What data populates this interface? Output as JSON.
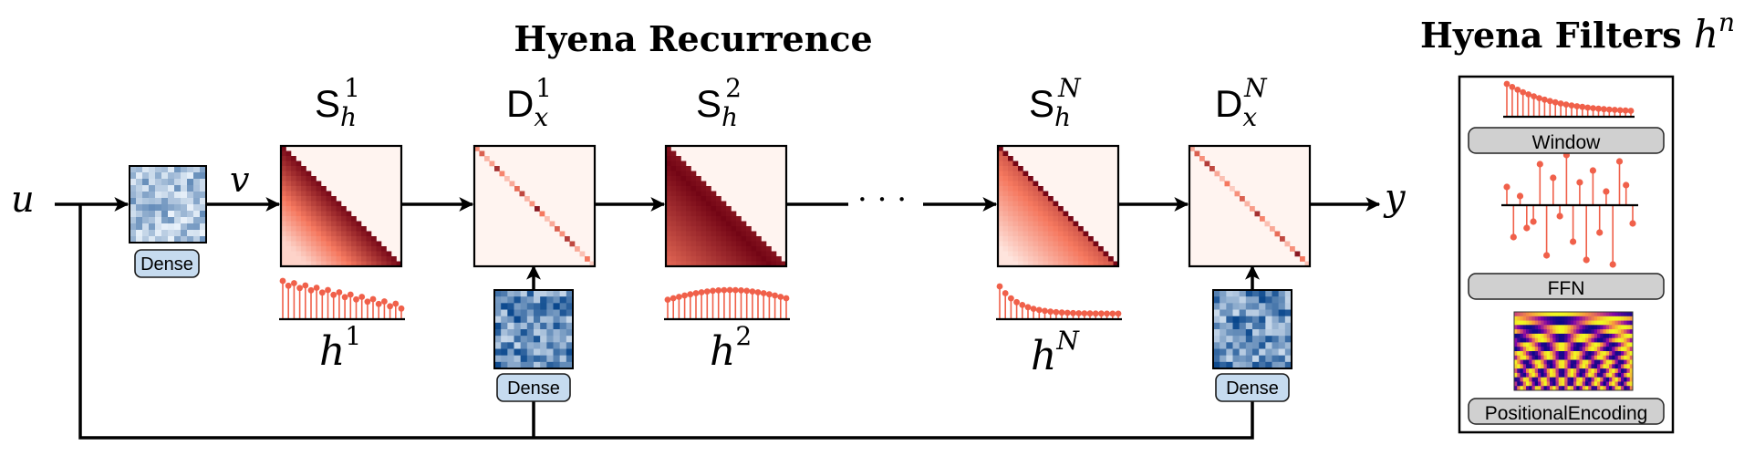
{
  "title": "Hyena Recurrence",
  "filters_title": {
    "text": "Hyena Filters ",
    "var": "h",
    "sup": "n"
  },
  "input_label": "u",
  "output_label": "y",
  "v_label": "v",
  "ellipsis": "· · ·",
  "dense_label": "Dense",
  "blocks": [
    {
      "type": "S",
      "base": "S",
      "sub": "h",
      "sup": "1"
    },
    {
      "type": "D",
      "base": "D",
      "sub": "x",
      "sup": "1"
    },
    {
      "type": "S",
      "base": "S",
      "sub": "h",
      "sup": "2"
    },
    {
      "type": "S",
      "base": "S",
      "sub": "h",
      "sup": "N"
    },
    {
      "type": "D",
      "base": "D",
      "sub": "x",
      "sup": "N"
    }
  ],
  "filters": [
    {
      "var": "h",
      "sup": "1"
    },
    {
      "var": "h",
      "sup": "2"
    },
    {
      "var": "h",
      "sup": "N"
    }
  ],
  "filter_panel": [
    "Window",
    "FFN",
    "PositionalEncoding"
  ],
  "colors": {
    "red": "#f0604a",
    "dark_red": "#6b0012",
    "blue": "#3a84c0",
    "dense_fill": "#c6dbef",
    "pill_fill": "#d0d0d0"
  }
}
